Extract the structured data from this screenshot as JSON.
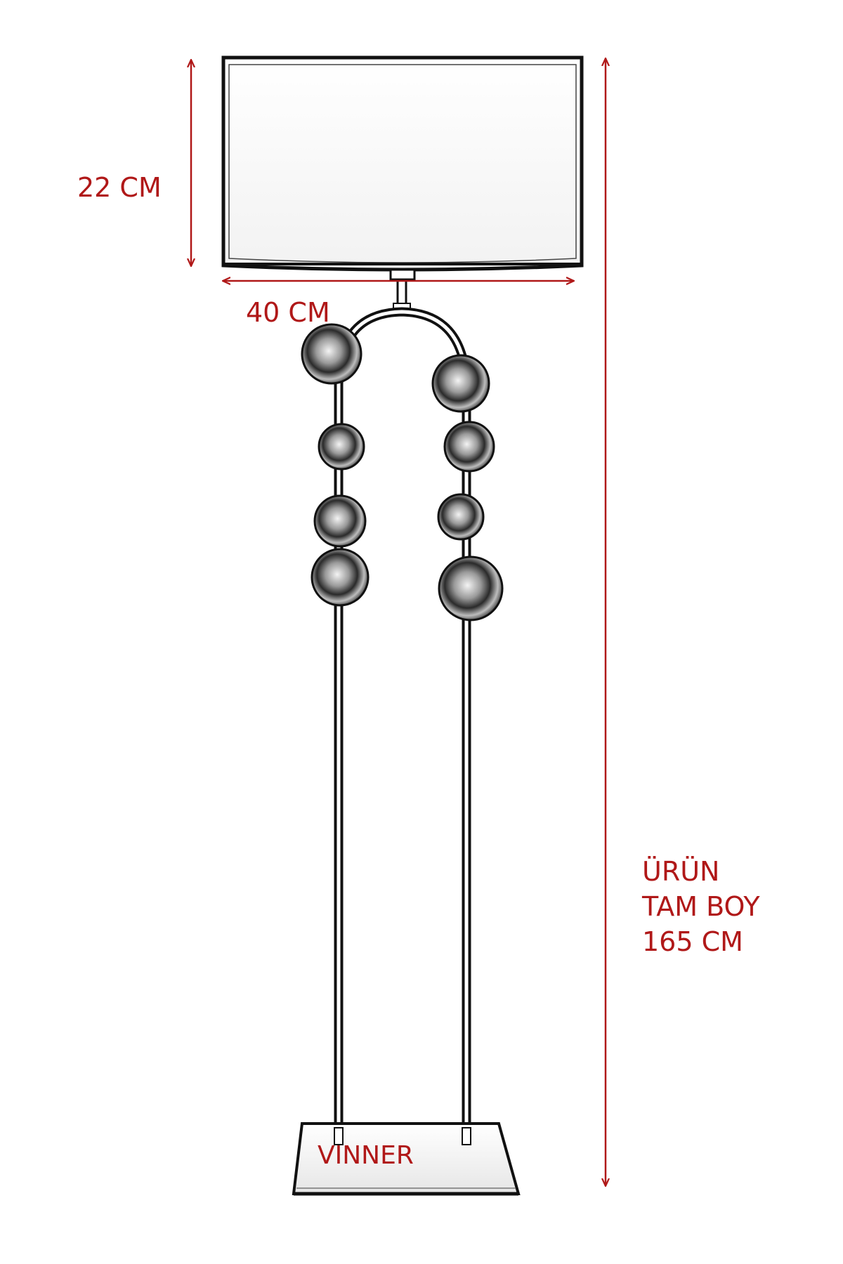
{
  "dimensions": {
    "shade_height": "22 CM",
    "shade_width": "40 CM",
    "total_height_line1": "ÜRÜN",
    "total_height_line2": "TAM BOY",
    "total_height_line3": "165 CM"
  },
  "base_label": "VINNER",
  "colors": {
    "dimension": "#b01818",
    "outline": "#111111"
  }
}
